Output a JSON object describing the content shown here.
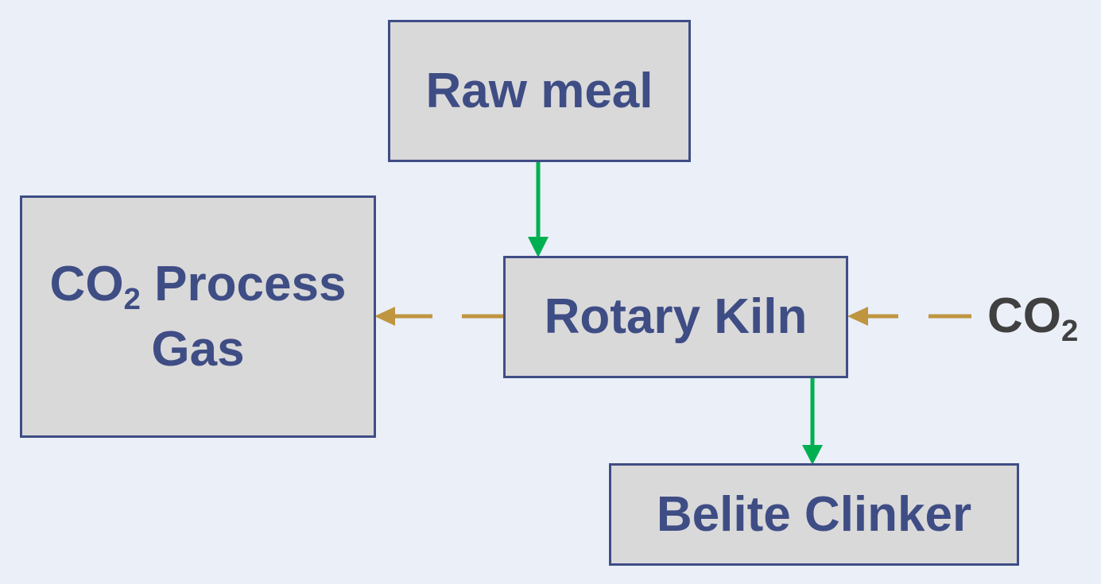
{
  "nodes": {
    "raw_meal": "Raw meal",
    "rotary_kiln": "Rotary Kiln",
    "process_gas": {
      "formula": "CO",
      "subscript": "2",
      "line1_rest": " Process",
      "line2": "Gas"
    },
    "belite_clinker": "Belite Clinker"
  },
  "co2_input": {
    "formula": "CO",
    "subscript": "2"
  },
  "colors": {
    "background": "#eaeff8",
    "box_fill": "#d9d9d9",
    "box_border": "#3f4d85",
    "box_text": "#3f4d85",
    "solid_flow": "#00b050",
    "gas_flow": "#bf9540",
    "co2_label": "#404040"
  }
}
